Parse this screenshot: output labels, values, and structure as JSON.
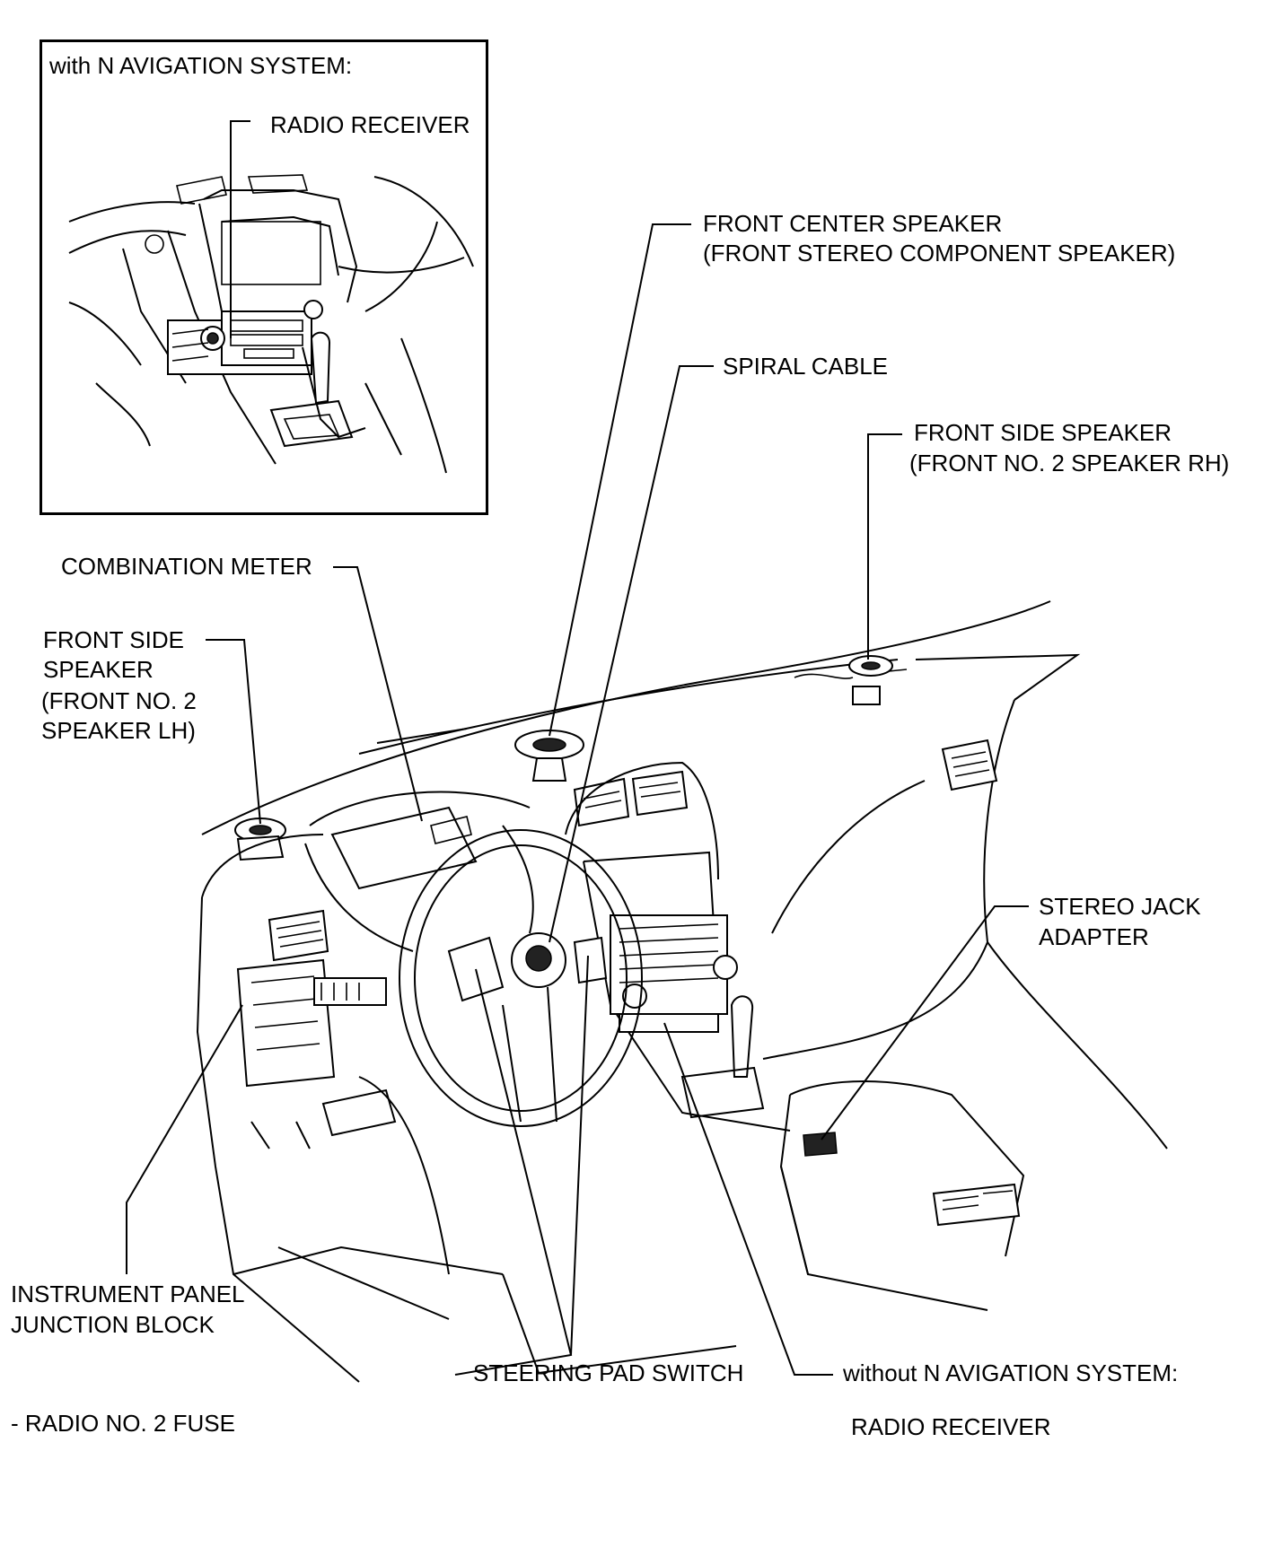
{
  "inset": {
    "title": "with N AVIGATION SYSTEM:",
    "radio_receiver": "RADIO RECEIVER"
  },
  "labels": {
    "front_center_speaker_1": "FRONT CENTER SPEAKER",
    "front_center_speaker_2": "(FRONT STEREO COMPONENT SPEAKER)",
    "spiral_cable": "SPIRAL CABLE",
    "front_side_speaker_rh_1": "FRONT SIDE SPEAKER",
    "front_side_speaker_rh_2": "(FRONT NO. 2 SPEAKER RH)",
    "combination_meter": "COMBINATION METER",
    "front_side_speaker_lh_1": "FRONT SIDE",
    "front_side_speaker_lh_2": "SPEAKER",
    "front_side_speaker_lh_3": "(FRONT NO. 2",
    "front_side_speaker_lh_4": "SPEAKER LH)",
    "stereo_jack_adapter_1": "STEREO JACK",
    "stereo_jack_adapter_2": "ADAPTER",
    "junction_block_1": "INSTRUMENT PANEL",
    "junction_block_2": "JUNCTION BLOCK",
    "steering_pad_switch": "STEERING PAD SWITCH",
    "without_navigation": "without N AVIGATION SYSTEM:",
    "radio_no2_fuse": "- RADIO NO. 2 FUSE",
    "radio_receiver_main": "RADIO RECEIVER"
  }
}
